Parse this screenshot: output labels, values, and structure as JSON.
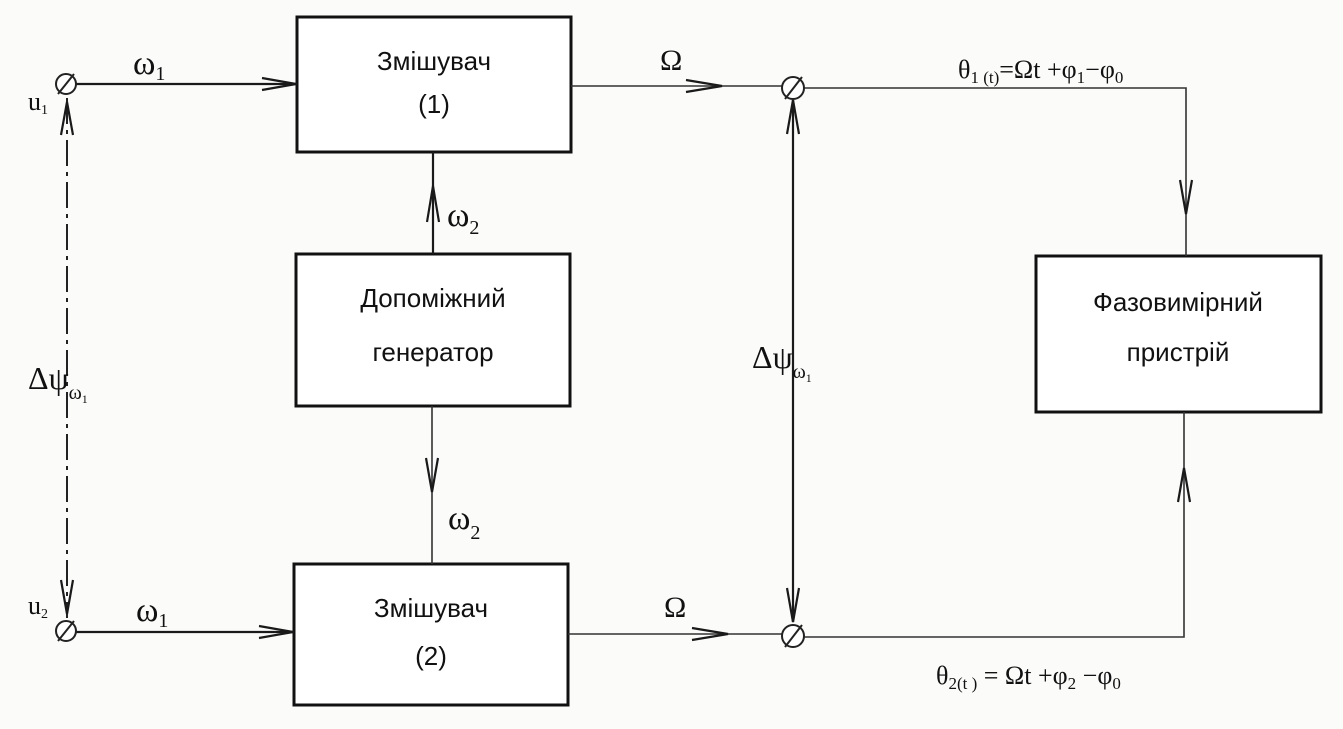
{
  "diagram": {
    "blocks": {
      "mixer1": {
        "line1": "Змішувач",
        "line2": "(1)"
      },
      "mixer2": {
        "line1": "Змішувач",
        "line2": "(2)"
      },
      "aux_generator": {
        "line1": "Допоміжний",
        "line2": "генератор"
      },
      "phase_meter": {
        "line1": "Фазовимірний",
        "line2": "пристрій"
      }
    },
    "terminals": {
      "u1": {
        "base": "u",
        "sub": "1"
      },
      "u2": {
        "base": "u",
        "sub": "2"
      }
    },
    "signals": {
      "omega1": {
        "base": "ω",
        "sub": "1"
      },
      "omega2": {
        "base": "ω",
        "sub": "2"
      },
      "Omega": "Ω"
    },
    "phase_shift": {
      "delta": "Δψ",
      "sub_base": "ω",
      "sub_sub": "1"
    },
    "theta1": {
      "base": "θ",
      "sub": "1 (t)",
      "rhs_pre": "=Ωt +φ",
      "rhs_sub1": "1",
      "rhs_mid": "−φ",
      "rhs_sub2": "0"
    },
    "theta2": {
      "base": "θ",
      "sub": "2(t )",
      "rhs_pre": " = Ωt +φ",
      "rhs_sub1": "2",
      "rhs_mid": " −φ",
      "rhs_sub2": "0"
    }
  }
}
